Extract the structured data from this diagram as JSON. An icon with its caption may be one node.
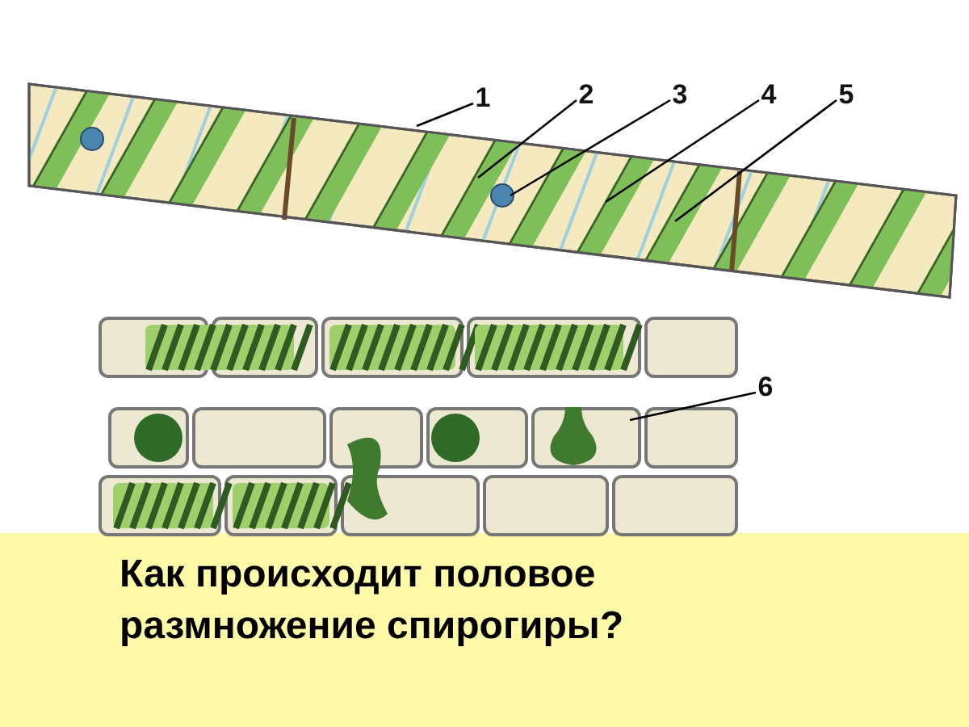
{
  "diagram": {
    "caption": "Как происходит половое размножение спирогиры?",
    "nodes": [
      {
        "text": [
          "1"
        ]
      },
      {
        "text": [
          "2"
        ]
      },
      {
        "text": [
          "3"
        ]
      },
      {
        "text": [
          "4"
        ]
      },
      {
        "text": [
          "5"
        ]
      },
      {
        "text": [
          "6"
        ]
      }
    ],
    "edges": [
      {
        "from": 0,
        "to": null,
        "arrow": "none"
      },
      {
        "from": 1,
        "to": null,
        "arrow": "none"
      },
      {
        "from": 2,
        "to": null,
        "arrow": "none"
      },
      {
        "from": 3,
        "to": null,
        "arrow": "none"
      },
      {
        "from": 4,
        "to": null,
        "arrow": "none"
      },
      {
        "from": 5,
        "to": null,
        "arrow": "none"
      }
    ]
  }
}
